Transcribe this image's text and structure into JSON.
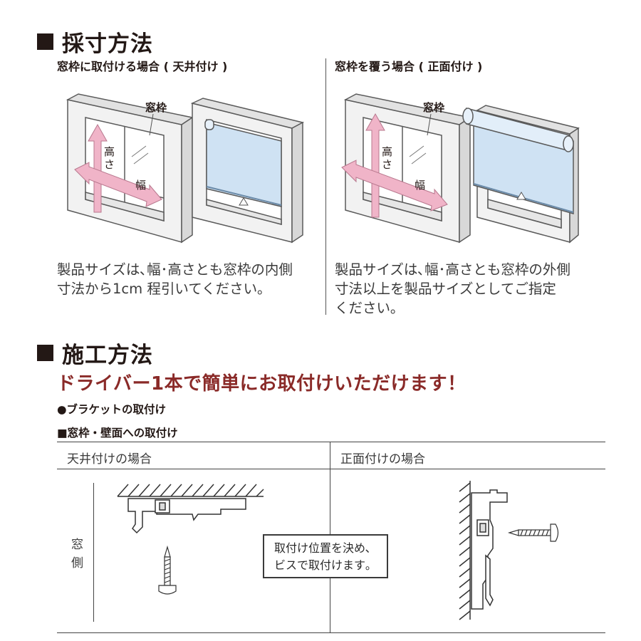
{
  "measure": {
    "title": "採寸方法",
    "left": {
      "heading": "窓枠に取付ける場合 ( 天井付け )",
      "label_frame": "窓枠",
      "label_height": "高さ",
      "label_width": "幅",
      "note": [
        "製品サイズは､幅･高さとも窓枠の内側",
        "寸法から1cm 程引いてください｡"
      ]
    },
    "right": {
      "heading": "窓枠を覆う場合 ( 正面付け )",
      "label_frame": "窓枠",
      "label_height": "高さ",
      "label_width": "幅",
      "note": [
        "製品サイズは､幅･高さとも窓枠の外側",
        "寸法以上を製品サイズとしてご指定",
        "ください｡"
      ]
    }
  },
  "install": {
    "title": "施工方法",
    "catch": "ドライバー1本で簡単にお取付けいただけます！",
    "bracket": "●ブラケットの取付け",
    "frame_wall": "■窓枠・壁面への取付け",
    "col_left": "天井付けの場合",
    "col_right": "正面付けの場合",
    "window_side": [
      "窓",
      "側"
    ],
    "callout": [
      "取付け位置を決め､",
      "ビスで取付けます｡"
    ]
  },
  "colors": {
    "heading": "#231815",
    "catch": "#8a2a28",
    "arrow": "#e8a0b8",
    "blind": "#cfe2f3",
    "frame": "#f2f2f2"
  }
}
